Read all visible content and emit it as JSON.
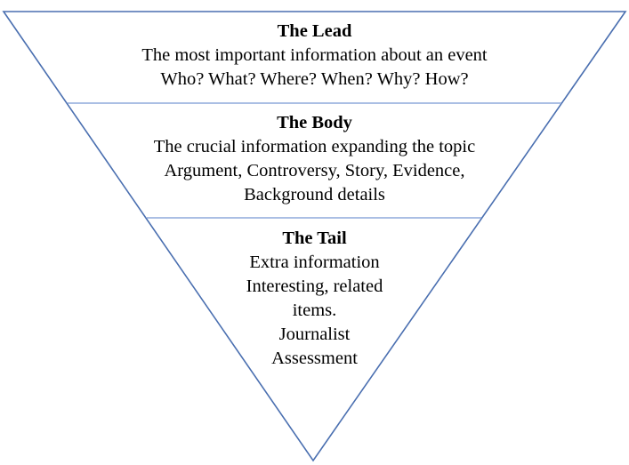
{
  "sections": [
    {
      "title": "The Lead",
      "lines": [
        "The most important information about an event",
        "Who? What? Where? When? Why? How?"
      ]
    },
    {
      "title": "The Body",
      "lines": [
        "The crucial information expanding the topic",
        "Argument, Controversy, Story, Evidence,",
        "Background details"
      ]
    },
    {
      "title": "The Tail",
      "lines": [
        "Extra information",
        "Interesting, related",
        "items.",
        "Journalist",
        "Assessment"
      ]
    }
  ],
  "colors": {
    "line": "#4a6fb0",
    "text": "#000000"
  }
}
